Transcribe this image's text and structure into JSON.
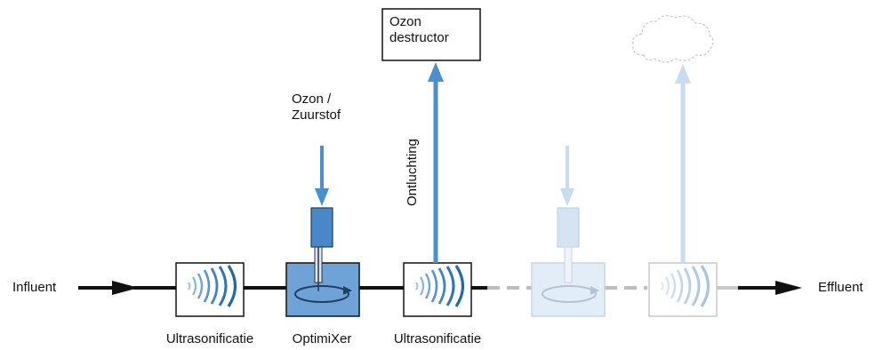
{
  "labels": {
    "influent": "Influent",
    "effluent": "Effluent",
    "ultrasonificatie_1": "Ultrasonificatie",
    "optimixer": "OptimiXer",
    "ultrasonificatie_2": "Ultrasonificatie",
    "ozon_zuurstof": "Ozon /\nZuurstof",
    "ontluchting": "Ontluchting",
    "ozon_destructor": "Ozon\ndestructor"
  },
  "colors": {
    "main_line": "#111111",
    "accent_blue": "#4a8fd0",
    "box_blue": "#6fa3d8",
    "light_blue": "#c7dcf0",
    "faded_line": "#c8c8c8"
  },
  "icons": {
    "ultrasound": "ultrasound-waves-icon",
    "mixer": "rotation-arrow-icon",
    "cloud": "cloud-outline-icon"
  }
}
